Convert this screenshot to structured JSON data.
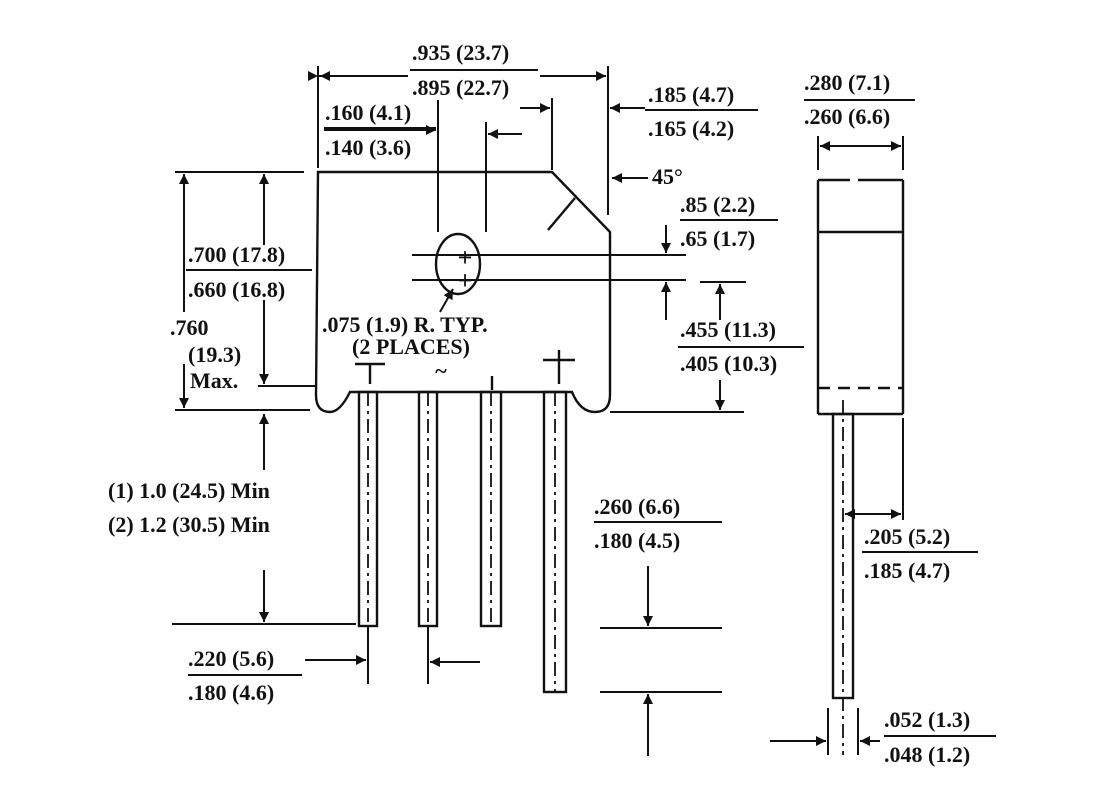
{
  "dimensions": {
    "overall_width": {
      "max": ".935 (23.7)",
      "min": ".895 (22.7)"
    },
    "chamfer_offset": {
      "max": ".185 (4.7)",
      "min": ".165 (4.2)"
    },
    "chamfer_angle": "45°",
    "hole_offset": {
      "max": ".160 (4.1)",
      "min": ".140 (3.6)"
    },
    "thickness": {
      "max": ".280 (7.1)",
      "min": ".260 (6.6)"
    },
    "hole_spacing": {
      "max": ".85 (2.2)",
      "min": ".65 (1.7)"
    },
    "body_height": {
      "max": ".700 (17.8)",
      "min": ".660 (16.8)"
    },
    "hole_height": {
      "max": ".455 (11.3)",
      "min": ".405 (10.3)"
    },
    "total_height": {
      "value": ".760",
      "metric": "(19.3)",
      "note": "Max."
    },
    "radius_note": {
      "line1": ".075 (1.9) R. TYP.",
      "line2": "(2 PLACES)"
    },
    "lead_length": {
      "line1": "(1)  1.0 (24.5) Min",
      "line2": "(2)  1.2 (30.5) Min"
    },
    "lead_pitch": {
      "max": ".220 (5.6)",
      "min": ".180 (4.6)"
    },
    "lead_offset": {
      "max": ".260 (6.6)",
      "min": ".180 (4.5)"
    },
    "lead_position": {
      "max": ".205 (5.2)",
      "min": ".185 (4.7)"
    },
    "lead_diameter": {
      "max": ".052 (1.3)",
      "min": ".048 (1.2)"
    }
  },
  "symbols": {
    "ac": "~",
    "plus": "+"
  }
}
